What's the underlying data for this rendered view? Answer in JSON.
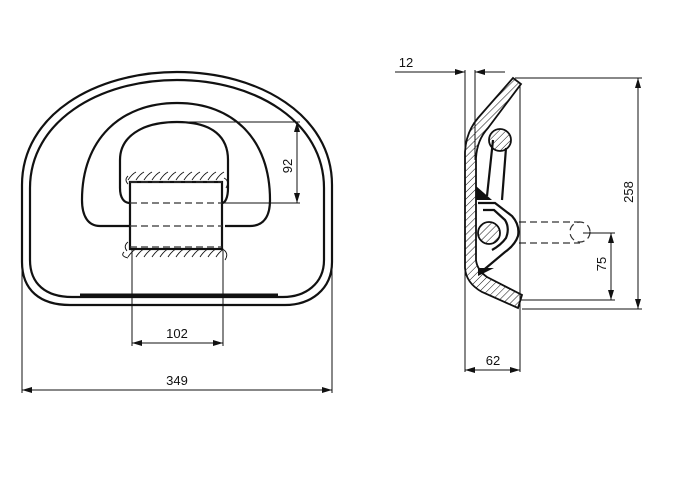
{
  "drawing": {
    "title": "D-ring lashing point technical drawing",
    "views": [
      "front-view",
      "side-section-view"
    ],
    "front_view": {
      "dimensions": {
        "overall_width": "349",
        "strap_width": "102",
        "ring_height": "92"
      }
    },
    "side_view": {
      "dimensions": {
        "plate_thickness": "12",
        "overall_height": "258",
        "ring_center_height": "75",
        "depth": "62"
      }
    },
    "colors": {
      "line": "#111111",
      "background": "#ffffff"
    }
  }
}
